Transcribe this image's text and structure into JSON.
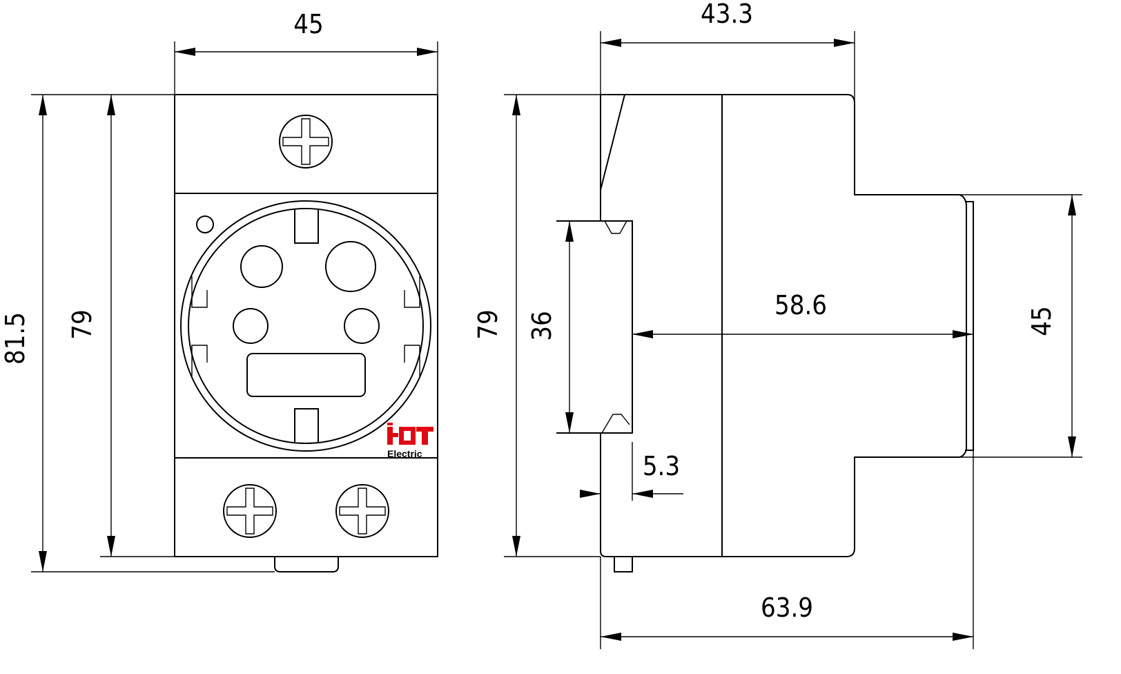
{
  "front_view": {
    "dim_width": "45",
    "dim_total_height": "81.5",
    "dim_body_height": "79",
    "logo": {
      "mark": "HOT",
      "text": "Electric",
      "color": "#e30613"
    }
  },
  "side_view": {
    "dim_top_depth": "43.3",
    "dim_body_height": "79",
    "dim_rail": "36",
    "dim_mount_depth": "58.6",
    "dim_front_height": "45",
    "dim_overall_depth": "63.9",
    "dim_rail_thickness": "5.3"
  }
}
